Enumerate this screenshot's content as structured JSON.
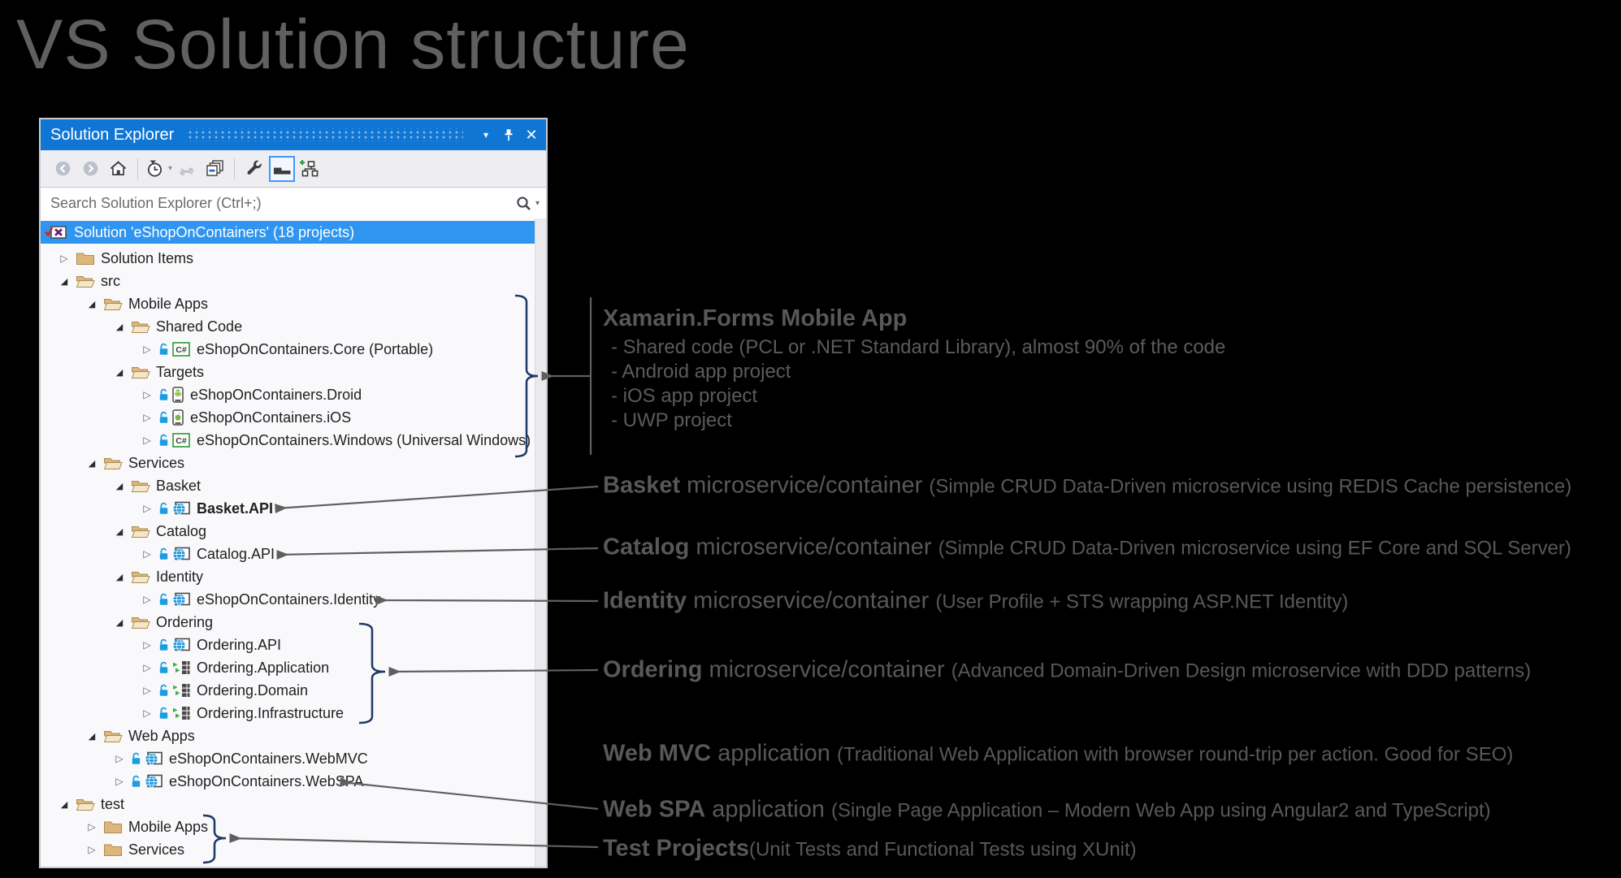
{
  "header": {
    "title": "VS Solution structure"
  },
  "panel": {
    "titlebar": {
      "title": "Solution Explorer",
      "window_icons": [
        "window-position-chevron-icon",
        "pin-icon",
        "close-icon"
      ]
    },
    "toolbar": {
      "icons": [
        {
          "name": "back-icon",
          "disabled": true
        },
        {
          "name": "forward-icon",
          "disabled": true
        },
        {
          "name": "home-icon"
        },
        {
          "name": "separator"
        },
        {
          "name": "pending-changes-filter-icon",
          "dropdown": true
        },
        {
          "name": "sync-with-active-document-icon",
          "disabled": true
        },
        {
          "name": "collapse-all-icon"
        },
        {
          "name": "separator"
        },
        {
          "name": "properties-wrench-icon"
        },
        {
          "name": "preview-selected-items-icon",
          "selected": true
        },
        {
          "name": "new-solution-explorer-view-icon"
        }
      ]
    },
    "search": {
      "placeholder": "Search Solution Explorer (Ctrl+;)",
      "icons": [
        "search-icon",
        "search-options-chevron-icon"
      ]
    }
  },
  "tree": {
    "selected_row": {
      "label": "Solution 'eShopOnContainers' (18 projects)",
      "icon": "solution"
    },
    "rows": [
      {
        "label": "Solution Items",
        "level": 1,
        "state": "collapsed",
        "icon": "folder-closed"
      },
      {
        "label": "src",
        "level": 1,
        "state": "expanded",
        "icon": "folder-open"
      },
      {
        "label": "Mobile Apps",
        "level": 2,
        "state": "expanded",
        "icon": "folder-open"
      },
      {
        "label": "Shared Code",
        "level": 3,
        "state": "expanded",
        "icon": "folder-open"
      },
      {
        "label": "eShopOnContainers.Core (Portable)",
        "level": 4,
        "state": "collapsed",
        "icon": "csharp",
        "lock": true
      },
      {
        "label": "Targets",
        "level": 3,
        "state": "expanded",
        "icon": "folder-open"
      },
      {
        "label": "eShopOnContainers.Droid",
        "level": 4,
        "state": "collapsed",
        "icon": "droid",
        "lock": true
      },
      {
        "label": "eShopOnContainers.iOS",
        "level": 4,
        "state": "collapsed",
        "icon": "ios",
        "lock": true
      },
      {
        "label": "eShopOnContainers.Windows (Universal Windows)",
        "level": 4,
        "state": "collapsed",
        "icon": "csharp",
        "lock": true
      },
      {
        "label": "Services",
        "level": 2,
        "state": "expanded",
        "icon": "folder-open"
      },
      {
        "label": "Basket",
        "level": 3,
        "state": "expanded",
        "icon": "folder-open"
      },
      {
        "label": "Basket.API",
        "level": 4,
        "state": "collapsed",
        "icon": "web",
        "lock": true,
        "bold": true
      },
      {
        "label": "Catalog",
        "level": 3,
        "state": "expanded",
        "icon": "folder-open"
      },
      {
        "label": "Catalog.API",
        "level": 4,
        "state": "collapsed",
        "icon": "web",
        "lock": true
      },
      {
        "label": "Identity",
        "level": 3,
        "state": "expanded",
        "icon": "folder-open"
      },
      {
        "label": "eShopOnContainers.Identity",
        "level": 4,
        "state": "collapsed",
        "icon": "web",
        "lock": true
      },
      {
        "label": "Ordering",
        "level": 3,
        "state": "expanded",
        "icon": "folder-open"
      },
      {
        "label": "Ordering.API",
        "level": 4,
        "state": "collapsed",
        "icon": "web",
        "lock": true
      },
      {
        "label": "Ordering.Application",
        "level": 4,
        "state": "collapsed",
        "icon": "classlib",
        "lock": true
      },
      {
        "label": "Ordering.Domain",
        "level": 4,
        "state": "collapsed",
        "icon": "classlib",
        "lock": true
      },
      {
        "label": "Ordering.Infrastructure",
        "level": 4,
        "state": "collapsed",
        "icon": "classlib",
        "lock": true
      },
      {
        "label": "Web Apps",
        "level": 2,
        "state": "expanded",
        "icon": "folder-open"
      },
      {
        "label": "eShopOnContainers.WebMVC",
        "level": 3,
        "state": "collapsed",
        "icon": "web",
        "lock": true
      },
      {
        "label": "eShopOnContainers.WebSPA",
        "level": 3,
        "state": "collapsed",
        "icon": "web",
        "lock": true
      },
      {
        "label": "test",
        "level": 1,
        "state": "expanded",
        "icon": "folder-open"
      },
      {
        "label": "Mobile Apps",
        "level": 2,
        "state": "collapsed",
        "icon": "folder-closed"
      },
      {
        "label": "Services",
        "level": 2,
        "state": "collapsed",
        "icon": "folder-closed"
      }
    ]
  },
  "annotations": {
    "xamarin": {
      "title": "Xamarin.Forms Mobile App",
      "items": [
        "- Shared code (PCL or .NET Standard Library), almost 90% of the code",
        "- Android app project",
        "- iOS app project",
        "- UWP project"
      ]
    },
    "callouts": [
      {
        "bold": "Basket",
        "mid": " microservice/container ",
        "paren": "(Simple CRUD Data-Driven microservice using REDIS Cache persistence)"
      },
      {
        "bold": "Catalog",
        "mid": " microservice/container ",
        "paren": "(Simple CRUD Data-Driven microservice using EF Core and SQL Server)"
      },
      {
        "bold": "Identity",
        "mid": " microservice/container ",
        "paren": "(User Profile + STS wrapping ASP.NET Identity)"
      },
      {
        "bold": "Ordering",
        "mid": " microservice/container ",
        "paren": "(Advanced Domain-Driven Design microservice with DDD patterns)"
      },
      {
        "bold": "Web MVC",
        "mid": " application ",
        "paren": "(Traditional Web Application with browser round-trip per action. Good for SEO)"
      },
      {
        "bold": "Web SPA",
        "mid": " application ",
        "paren": "(Single Page Application – Modern Web App using Angular2 and TypeScript)"
      },
      {
        "bold": "Test Projects",
        "mid": "",
        "paren": "(Unit Tests and Functional Tests using XUnit)"
      }
    ]
  },
  "colors": {
    "titlebar_blue": "#1076d3",
    "selection_blue": "#3095f0",
    "folder_tan": "#dcb67a",
    "brace_navy": "#1f3864",
    "arrow_gray": "#5f5f5f",
    "annotation_gray": "#585858"
  }
}
